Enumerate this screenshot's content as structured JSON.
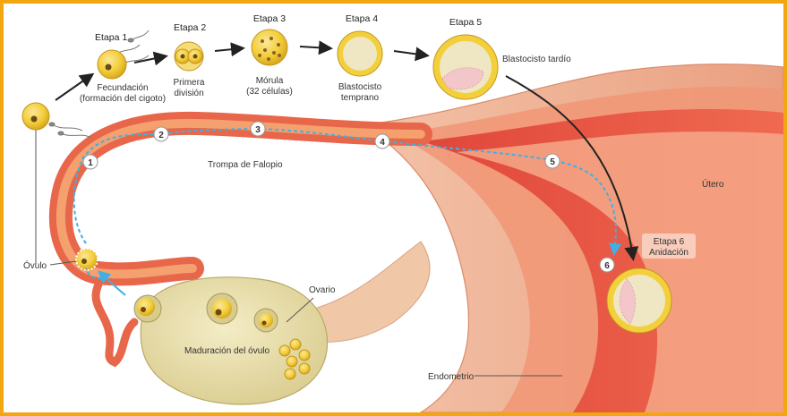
{
  "colors": {
    "frame": "#f2a60f",
    "tube": "#e8664a",
    "uterus_outer": "#f0b79e",
    "endometrium": "#e24a3b",
    "ovary": "#e9dfb0",
    "cell": "#f3cf3c",
    "path_arrow": "#3fb0e6"
  },
  "stages": {
    "s1": {
      "title": "Etapa 1",
      "line1": "Fecundación",
      "line2": "(formación del cigoto)"
    },
    "s2": {
      "title": "Etapa 2",
      "line1": "Primera",
      "line2": "división"
    },
    "s3": {
      "title": "Etapa 3",
      "line1": "Mórula",
      "line2": "(32 células)"
    },
    "s4": {
      "title": "Etapa 4",
      "line1": "Blastocisto",
      "line2": "temprano"
    },
    "s5": {
      "title": "Etapa 5",
      "line1": "Blastocisto tardío"
    },
    "s6": {
      "title": "Etapa 6",
      "line1": "Anidación"
    }
  },
  "labels": {
    "trompa": "Trompa de Falopio",
    "utero": "Útero",
    "ovulo": "Óvulo",
    "ovario": "Ovario",
    "maduracion": "Maduración del óvulo",
    "endometrio": "Endometrio"
  },
  "path_numbers": [
    "1",
    "2",
    "3",
    "4",
    "5",
    "6"
  ]
}
